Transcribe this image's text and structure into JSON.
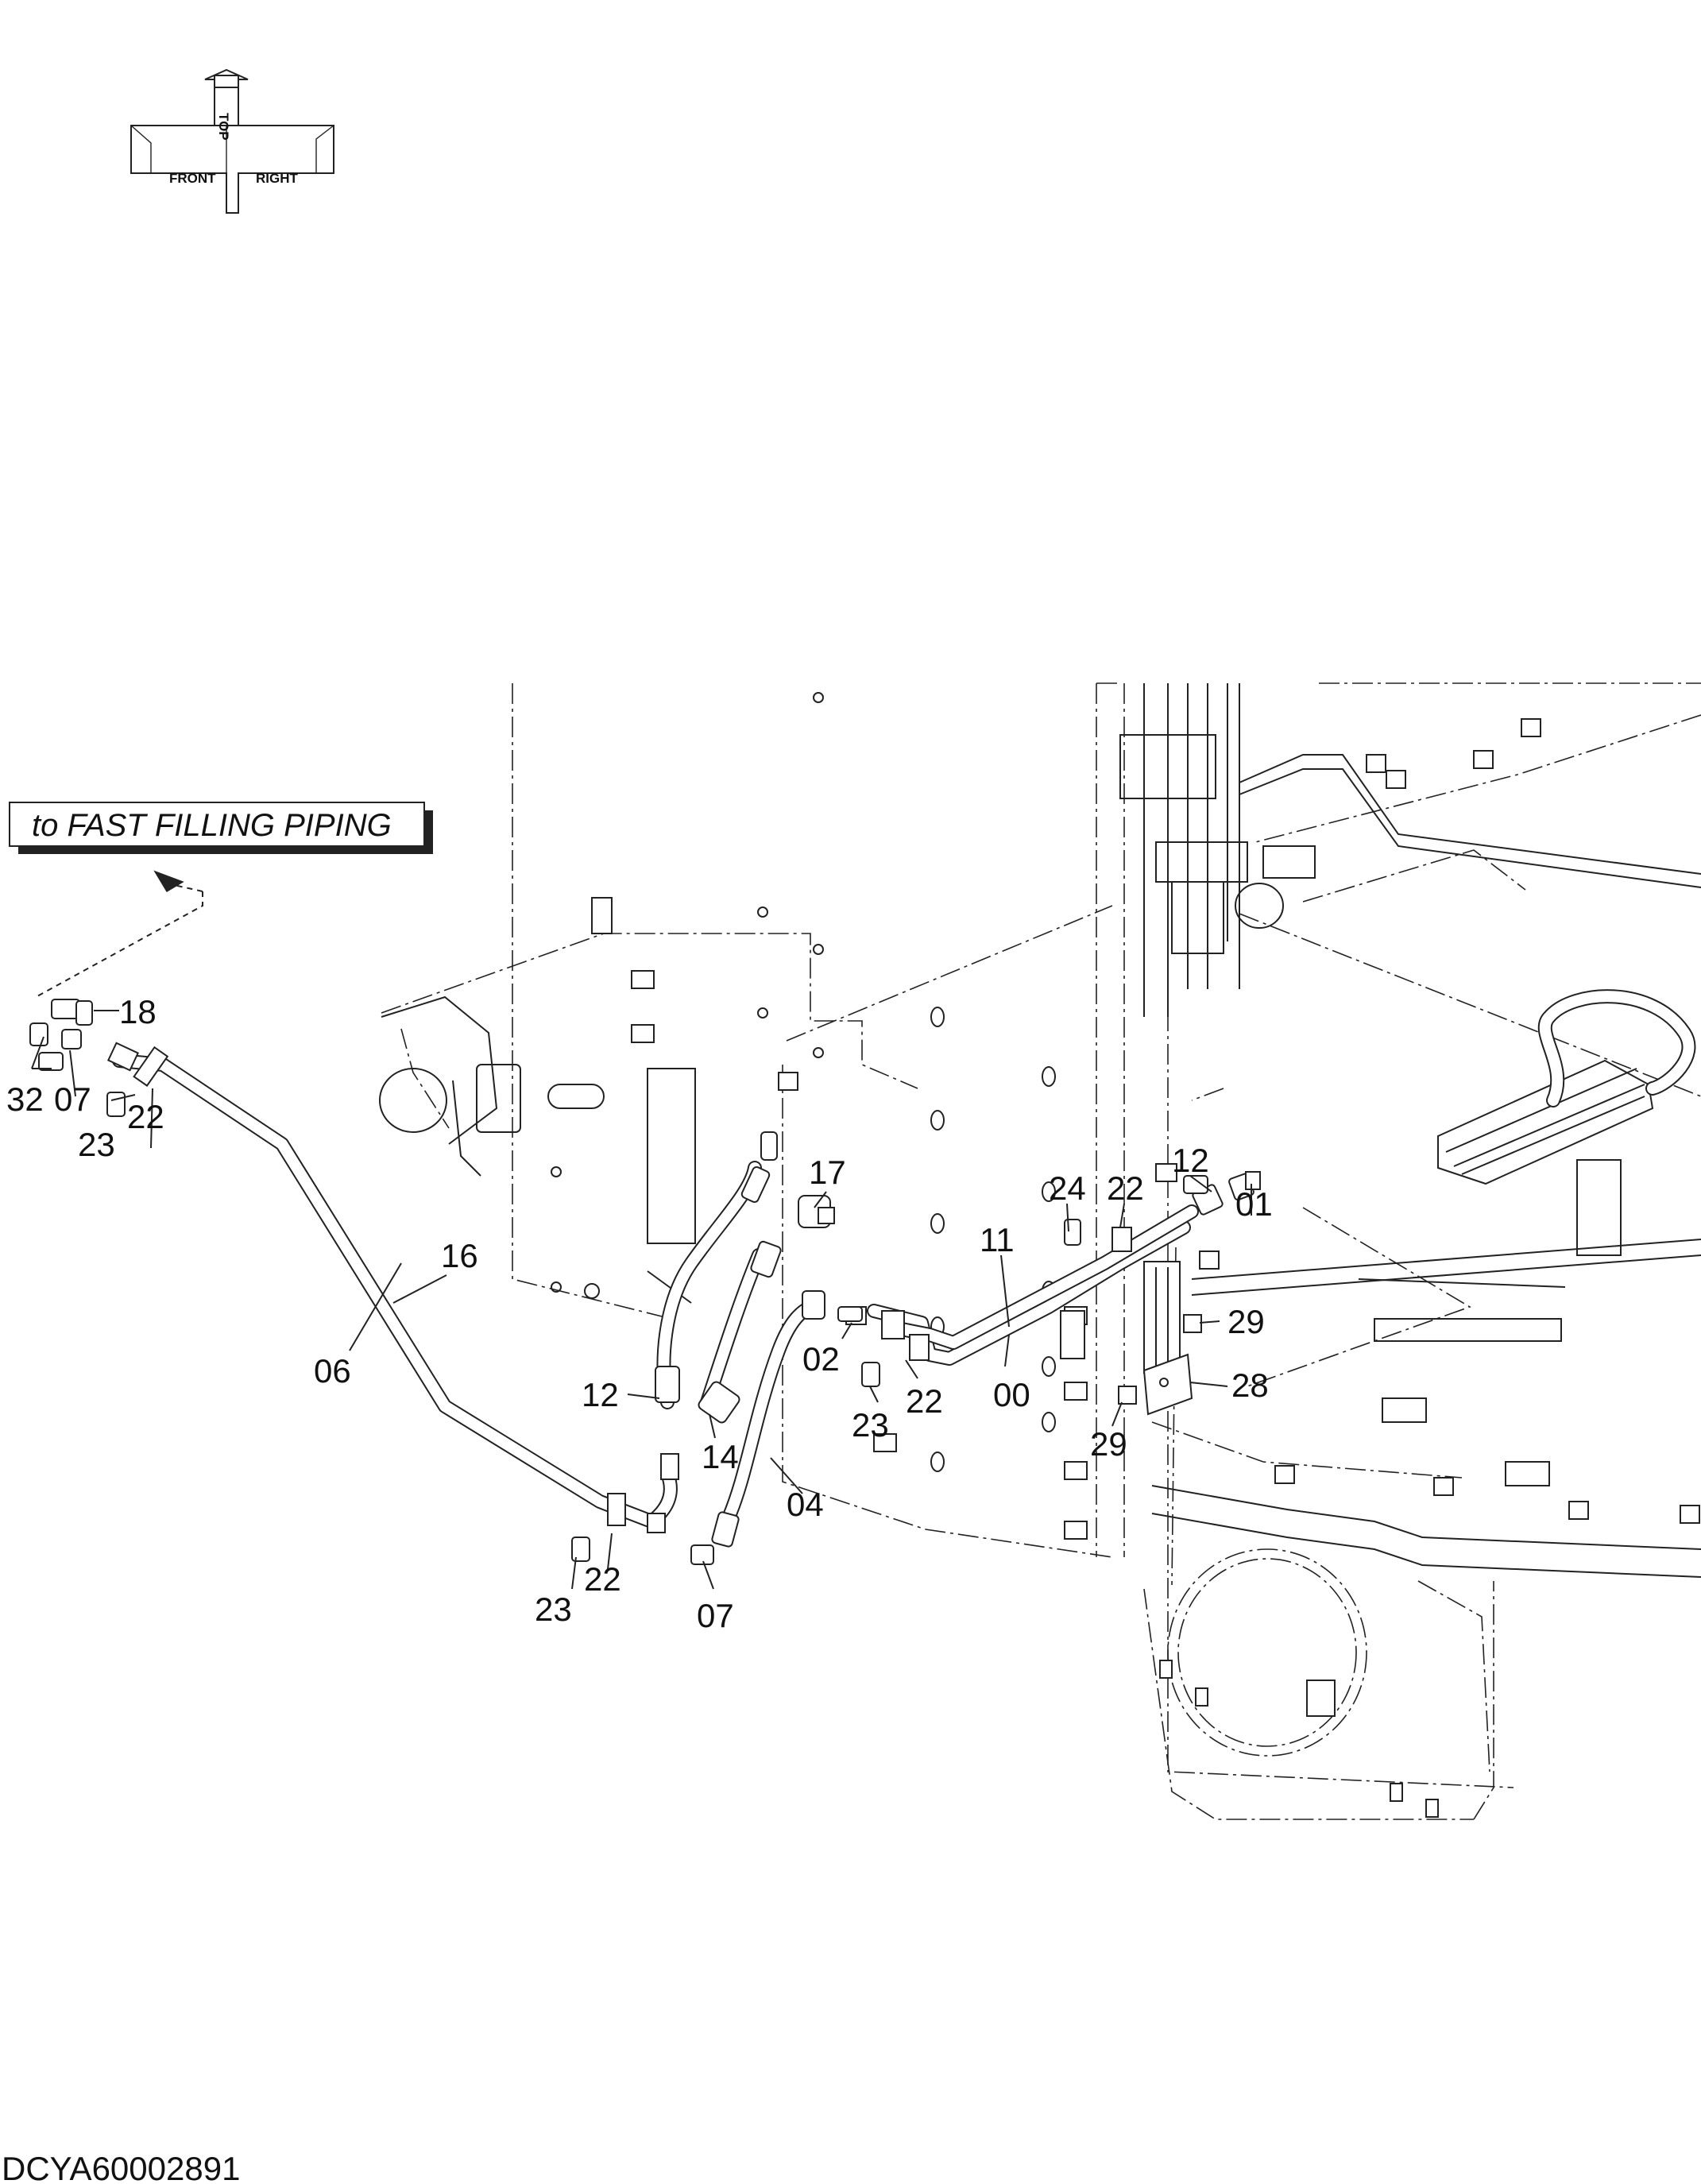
{
  "orientation": {
    "top": "TOP",
    "front": "FRONT",
    "right": "RIGHT"
  },
  "reference_tag": "to FAST FILLING PIPING",
  "drawing_code": "DCYA60002891",
  "callouts": [
    "18",
    "32",
    "07",
    "23",
    "22",
    "16",
    "06",
    "12",
    "14",
    "17",
    "02",
    "23",
    "22",
    "04",
    "11",
    "00",
    "24",
    "22",
    "12",
    "01",
    "29",
    "28",
    "29",
    "22",
    "23",
    "07"
  ]
}
